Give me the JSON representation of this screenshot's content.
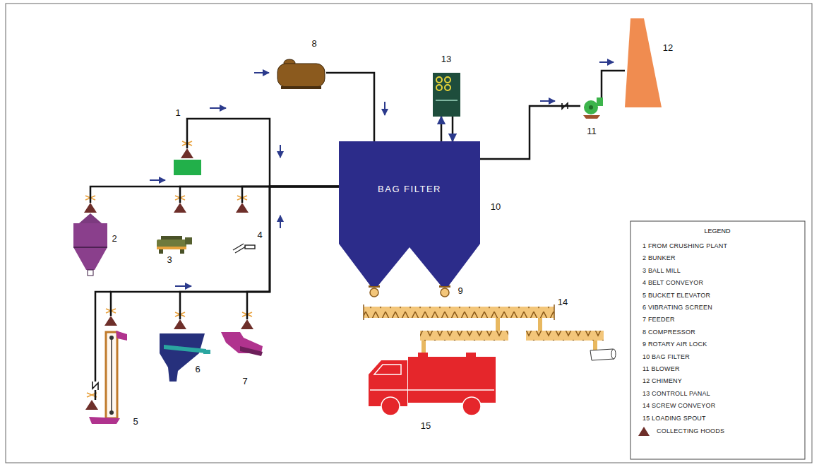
{
  "diagram": {
    "nodes": [
      {
        "text": [
          "1"
        ]
      },
      {
        "text": [
          "2"
        ]
      },
      {
        "text": [
          "3"
        ]
      },
      {
        "text": [
          "4"
        ]
      },
      {
        "text": [
          "5"
        ]
      },
      {
        "text": [
          "6"
        ]
      },
      {
        "text": [
          "7"
        ]
      },
      {
        "text": [
          "8"
        ]
      },
      {
        "text": [
          "BAG FILTER",
          "10"
        ]
      },
      {
        "text": [
          "11"
        ]
      },
      {
        "text": [
          "12"
        ]
      },
      {
        "text": [
          "13"
        ]
      },
      {
        "text": [
          "14"
        ]
      },
      {
        "text": [
          "15"
        ]
      }
    ],
    "edges": [
      {
        "from": 0,
        "to": 8,
        "arrow": "none"
      },
      {
        "from": 1,
        "to": 8,
        "arrow": "none"
      },
      {
        "from": 2,
        "to": 8,
        "arrow": "none"
      },
      {
        "from": 3,
        "to": 8,
        "arrow": "none"
      },
      {
        "from": 4,
        "to": 8,
        "arrow": "none"
      },
      {
        "from": 5,
        "to": 8,
        "arrow": "none"
      },
      {
        "from": 6,
        "to": 8,
        "arrow": "none"
      },
      {
        "from": 7,
        "to": 8,
        "arrow": "none"
      },
      {
        "from": 8,
        "to": 11,
        "arrow": "to"
      },
      {
        "from": 11,
        "to": 8,
        "arrow": "to"
      },
      {
        "from": 8,
        "to": 9,
        "arrow": "none"
      },
      {
        "from": 9,
        "to": 10,
        "arrow": "none"
      }
    ],
    "labels": [
      "9",
      "LEGEND"
    ],
    "legend": [
      {
        "text": "1 FROM CRUSHING PLANT"
      },
      {
        "text": "2 BUNKER"
      },
      {
        "text": "3 BALL MILL"
      },
      {
        "text": "4 BELT CONVEYOR"
      },
      {
        "text": "5 BUCKET ELEVATOR"
      },
      {
        "text": "6 VIBRATING SCREEN"
      },
      {
        "text": "7 FEEDER"
      },
      {
        "text": "8 COMPRESSOR"
      },
      {
        "text": "9 ROTARY AIR LOCK"
      },
      {
        "text": "10 BAG FILTER"
      },
      {
        "text": "11 BLOWER"
      },
      {
        "text": "12 CHIMENY"
      },
      {
        "text": "13 CONTROLL PANAL"
      },
      {
        "text": "14 SCREW CONVEYOR"
      },
      {
        "text": "15 LOADING SPOUT"
      },
      {
        "text": "COLLECTING HOODS"
      }
    ]
  }
}
